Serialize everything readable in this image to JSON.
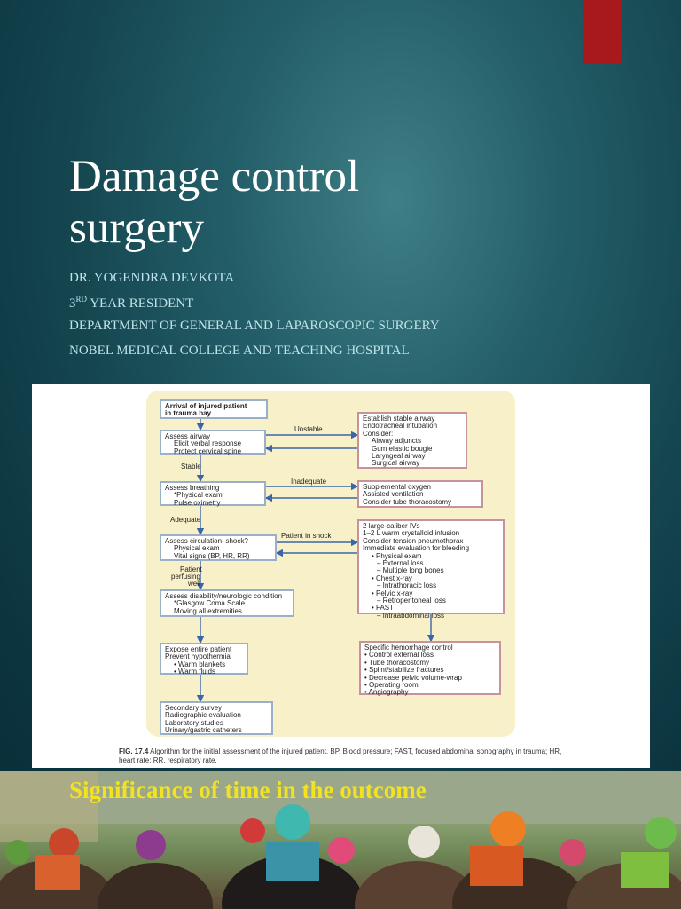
{
  "slide": {
    "title_line1": "Damage control",
    "title_line2": "surgery",
    "author": "DR. YOGENDRA DEVKOTA",
    "year_num": "3",
    "year_sup": "RD",
    "year_rest": " YEAR RESIDENT",
    "department": "DEPARTMENT OF GENERAL AND LAPAROSCOPIC SURGERY",
    "college": "NOBEL MEDICAL COLLEGE AND TEACHING HOSPITAL"
  },
  "flowchart": {
    "left": [
      {
        "lines": [
          "Arrival of injured patient",
          "in trauma bay"
        ],
        "bold": true
      },
      {
        "lines": [
          "Assess airway",
          "Elicit verbal response",
          "Protect cervical spine"
        ]
      },
      {
        "lines": [
          "Assess breathing",
          "*Physical exam",
          "Pulse oximetry"
        ]
      },
      {
        "lines": [
          "Assess circulation–shock?",
          "Physical exam",
          "Vital signs (BP, HR, RR)"
        ]
      },
      {
        "lines": [
          "Assess disability/neurologic condition",
          "*Glasgow Coma Scale",
          "Moving all extremities"
        ]
      },
      {
        "lines": [
          "Expose entire patient",
          "Prevent hypothermia",
          "• Warm blankets",
          "• Warm fluids"
        ]
      },
      {
        "lines": [
          "Secondary survey",
          "Radiographic evaluation",
          "Laboratory studies",
          "Urinary/gastric catheters"
        ]
      }
    ],
    "right": [
      {
        "lines": [
          "Establish stable airway",
          "Endotracheal intubation",
          "Consider:",
          "Airway adjuncts",
          "Gum elastic bougie",
          "Laryngeal airway",
          "Surgical airway"
        ]
      },
      {
        "lines": [
          "Supplemental oxygen",
          "Assisted ventilation",
          "Consider tube thoracostomy"
        ]
      },
      {
        "lines": [
          "2 large-caliber IVs",
          "1–2 L warm crystalloid infusion",
          "Consider tension pneumothorax",
          "Immediate evaluation for bleeding",
          "• Physical exam",
          "– External loss",
          "– Multiple long bones",
          "• Chest x-ray",
          "– Intrathoracic loss",
          "• Pelvic x-ray",
          "– Retroperitoneal loss",
          "• FAST",
          "– Intraabdominal loss"
        ]
      },
      {
        "lines": [
          "Specific hemorrhage control",
          "• Control external loss",
          "• Tube thoracostomy",
          "• Splint/stabilize fractures",
          "• Decrease pelvic volume-wrap",
          "• Operating room",
          "• Angiography"
        ]
      }
    ],
    "labels": {
      "unstable": "Unstable",
      "stable": "Stable",
      "inadequate": "Inadequate",
      "adequate": "Adequate",
      "shock": "Patient in shock",
      "perfusing_1": "Patient",
      "perfusing_2": "perfusing",
      "perfusing_3": "well"
    },
    "caption_label": "FIG. 17.4",
    "caption_text": "Algorithm for the initial assessment of the injured patient. BP, Blood pressure; FAST, focused abdominal sonography in trauma; HR, heart rate; RR, respiratory rate."
  },
  "photo": {
    "heading": "Significance of time in the outcome"
  },
  "colors": {
    "accent": "#a8191e",
    "heading_yellow": "#f2e21f",
    "arrow_blue": "#3a66a8"
  }
}
